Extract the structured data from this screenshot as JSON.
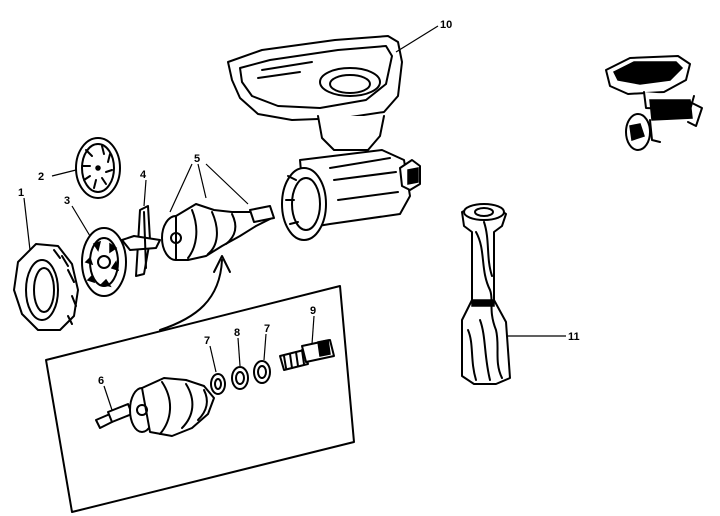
{
  "diagram": {
    "callouts": [
      {
        "id": "label-1",
        "text": "1"
      },
      {
        "id": "label-2",
        "text": "2"
      },
      {
        "id": "label-3",
        "text": "3"
      },
      {
        "id": "label-4",
        "text": "4"
      },
      {
        "id": "label-5",
        "text": "5"
      },
      {
        "id": "label-6",
        "text": "6"
      },
      {
        "id": "label-7a",
        "text": "7"
      },
      {
        "id": "label-8",
        "text": "8"
      },
      {
        "id": "label-7b",
        "text": "7"
      },
      {
        "id": "label-9",
        "text": "9"
      },
      {
        "id": "label-10",
        "text": "10"
      },
      {
        "id": "label-11",
        "text": "11"
      }
    ]
  },
  "colors": {
    "ink": "#000000",
    "paper": "#ffffff"
  }
}
